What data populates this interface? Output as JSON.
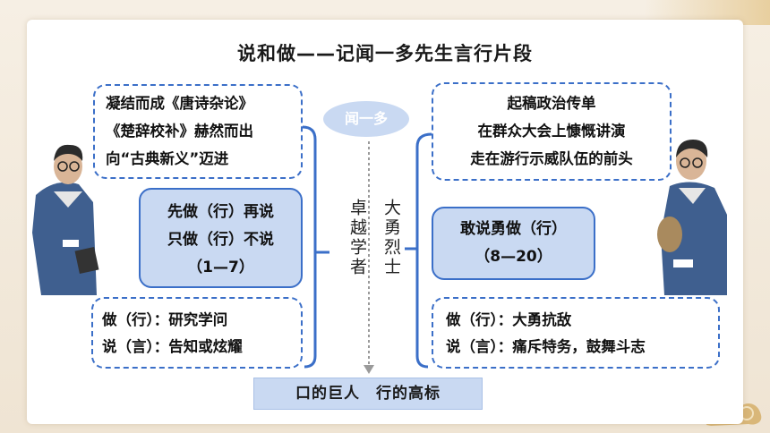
{
  "title": "说和做——记闻一多先生言行片段",
  "center": {
    "pill": "闻一多",
    "left_vertical": "卓越学者",
    "right_vertical": "大勇烈士"
  },
  "left": {
    "works": [
      "凝结而成《唐诗杂论》",
      "《楚辞校补》赫然而出",
      "向“古典新义”迈进"
    ],
    "principle": [
      "先做（行）再说",
      "只做（行）不说",
      "（1—7）"
    ],
    "summary": [
      "做（行）：研究学问",
      "说（言）：告知或炫耀"
    ]
  },
  "right": {
    "deeds": [
      "起稿政治传单",
      "在群众大会上慷慨讲演",
      "走在游行示威队伍的前头"
    ],
    "principle": [
      "敢说勇做（行）",
      "（8—20）"
    ],
    "summary": [
      "做（行）：大勇抗敌",
      "说（言）：痛斥特务，鼓舞斗志"
    ]
  },
  "banner": "口的巨人　行的高标",
  "colors": {
    "accent": "#3b6fc8",
    "fill": "#c9d9f2",
    "background": "#f4ece0"
  },
  "illustrations": [
    "portrait-left-scholar",
    "portrait-right-speaker"
  ]
}
